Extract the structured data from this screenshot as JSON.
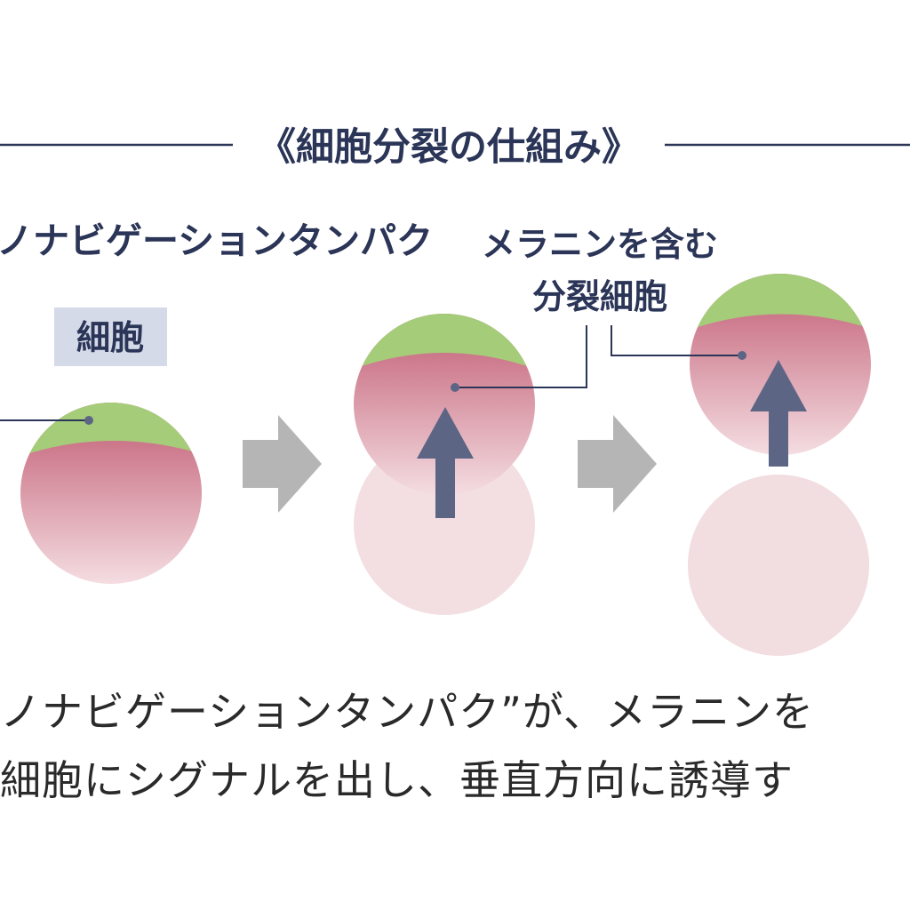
{
  "title": "《細胞分裂の仕組み》",
  "labels": {
    "protein": "ノナビゲーションタンパク",
    "cell": "細胞",
    "melanin_line1": "メラニンを含む",
    "melanin_line2": "分裂細胞"
  },
  "caption": {
    "line1": "ノナビゲーションタンパク”が、メラニンを",
    "line2": "細胞にシグナルを出し、垂直方向に誘導す"
  },
  "colors": {
    "navy": "#2b3557",
    "green_cap": "#a5cc79",
    "cell_red_top": "#c15a72",
    "cell_red_bottom": "#f4dde1",
    "daughter_pink": "#f2dde0",
    "arrow_gray": "#b5b5b5",
    "arrow_slate": "#5d6585",
    "label_bg": "#d5dae8"
  },
  "icons": {
    "step_arrow": "right-arrow-icon",
    "division_arrow": "up-arrow-icon"
  }
}
